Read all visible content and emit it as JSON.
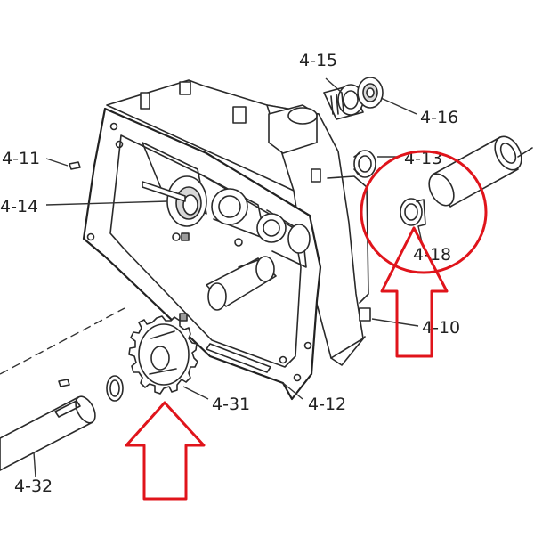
{
  "labels": {
    "l_4_15": "4-15",
    "l_4_16": "4-16",
    "l_4_11": "4-11",
    "l_4_13": "4-13",
    "l_4_14": "4-14",
    "l_4_18": "4-18",
    "l_4_10": "4-10",
    "l_4_31": "4-31",
    "l_4_12": "4-12",
    "l_4_32": "4-32"
  },
  "colors": {
    "highlight": "#e0141b",
    "ink": "#2a2a2a",
    "background": "#ffffff"
  }
}
